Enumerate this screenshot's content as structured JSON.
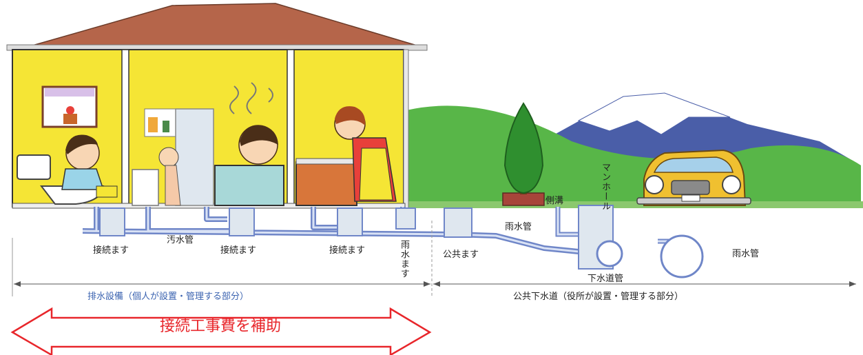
{
  "labels": {
    "connection_box_1": "接続ます",
    "sewage_pipe": "汚水管",
    "connection_box_2": "接続ます",
    "connection_box_3": "接続ます",
    "rain_box": "雨水ます",
    "public_box": "公共ます",
    "rain_pipe_upper": "雨水管",
    "side_ditch": "側溝",
    "manhole": "マンホール",
    "rain_pipe_right": "雨水管",
    "sewer_pipe": "下水道管"
  },
  "sections": {
    "private": "排水設備（個人が設置・管理する部分）",
    "public": "公共下水道（役所が設置・管理する部分）"
  },
  "subsidy": "接続工事費を補助",
  "colors": {
    "wall": "#f5e535",
    "roof": "#b5654a",
    "pipe": "#6f86c8",
    "hill": "#58b648",
    "mountain": "#4a5ea8",
    "arrow": "#e8262b",
    "private_text": "#3b63b0"
  }
}
